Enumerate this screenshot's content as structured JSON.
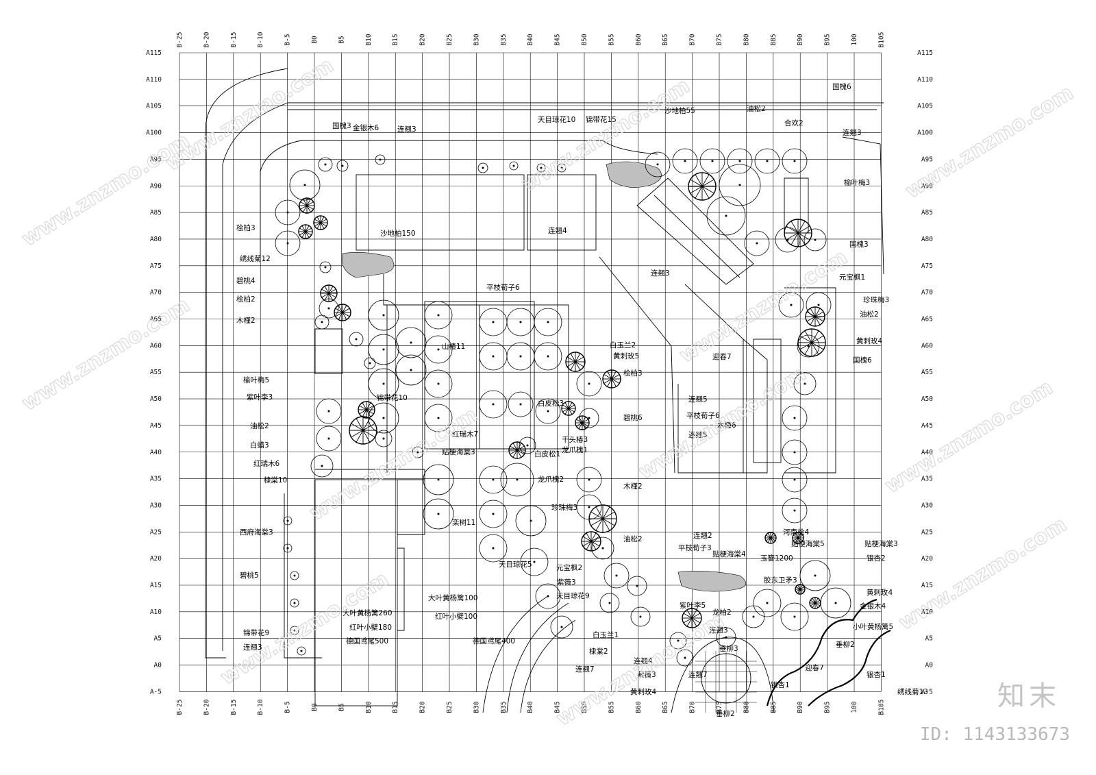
{
  "grid": {
    "columns": [
      "B-25",
      "B-20",
      "B-15",
      "B-10",
      "B-5",
      "B0",
      "B5",
      "B10",
      "B15",
      "B20",
      "B25",
      "B30",
      "B35",
      "B40",
      "B45",
      "B50",
      "B55",
      "B60",
      "B65",
      "B70",
      "B75",
      "B80",
      "B85",
      "B90",
      "B95",
      "100",
      "B105"
    ],
    "rows": [
      "A115",
      "A110",
      "A105",
      "A100",
      "A95",
      "A90",
      "A85",
      "A80",
      "A75",
      "A70",
      "A65",
      "A60",
      "A55",
      "A50",
      "A45",
      "A40",
      "A35",
      "A30",
      "A25",
      "A20",
      "A15",
      "A10",
      "A5",
      "A0",
      "A-5"
    ]
  },
  "plant_labels": [
    "国槐3",
    "金银木6",
    "连翘3",
    "天目琼花10",
    "锦带花15",
    "沙地柏55",
    "油松2",
    "合欢2",
    "国槐6",
    "连翘3",
    "桧柏3",
    "沙地柏150",
    "绣线菊12",
    "碧桃4",
    "桧柏2",
    "连翘4",
    "平枝荀子6",
    "连翘3",
    "榆叶梅3",
    "国槐3",
    "木槿2",
    "元宝枫1",
    "珍珠梅3",
    "油松2",
    "黄刺玫4",
    "国槐6",
    "山楂11",
    "白玉兰2",
    "黄刺玫5",
    "桧柏3",
    "榆叶梅5",
    "紫叶李3",
    "锦带花10",
    "迎春7",
    "白皮松3",
    "碧桃6",
    "连翘5",
    "平枝荀子6",
    "木槿6",
    "连翘5",
    "油松2",
    "白蜡3",
    "红瑞木7",
    "千头椿3",
    "龙爪槐1",
    "红瑞木6",
    "贴梗海棠3",
    "白皮松1",
    "龙爪槐2",
    "木槿2",
    "棣棠10",
    "珍珠梅3",
    "栾树11",
    "连翘2",
    "河南桧4",
    "贴梗海棠3",
    "西府海棠3",
    "油松2",
    "平枝荀子3",
    "贴梗海棠4",
    "贴梗海棠5",
    "玉簪1200",
    "银杏2",
    "碧桃5",
    "天目琼花5",
    "元宝枫2",
    "紫薇3",
    "胶东卫矛3",
    "天目琼花9",
    "黄刺玫4",
    "大叶黄杨篱100",
    "金银木4",
    "紫叶李5",
    "龙柏2",
    "大叶黄杨篱260",
    "红叶小檗100",
    "红叶小檗180",
    "连翘3",
    "小叶黄杨篱5",
    "锦带花9",
    "德国鸢尾500",
    "德国鸢尾400",
    "白玉兰1",
    "垂柳3",
    "垂柳2",
    "连翘3",
    "棣棠2",
    "连翘4",
    "连翘7",
    "连翘7",
    "紫薇3",
    "迎春7",
    "银杏1",
    "黄刺玫4",
    "银杏1",
    "绣线菊13",
    "垂柳2"
  ],
  "watermark": {
    "text": "www.znzmo.com",
    "brand": "知末",
    "id": "ID: 1143133673"
  }
}
